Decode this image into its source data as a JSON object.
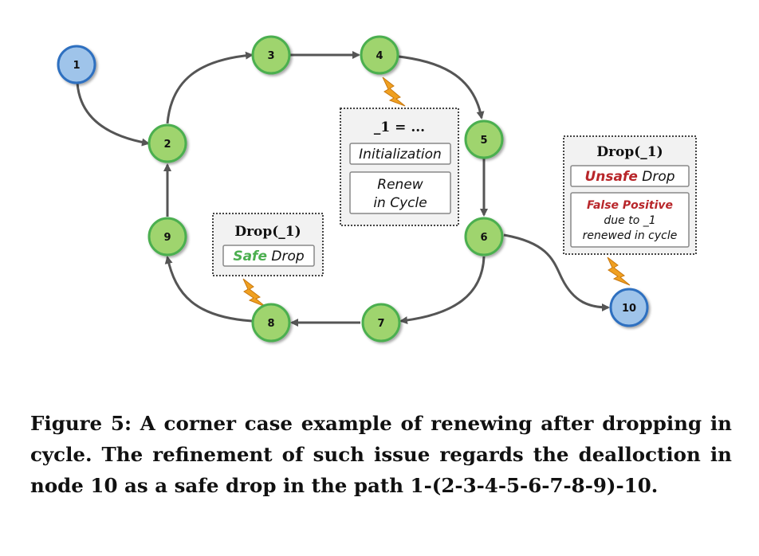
{
  "nodes": [
    {
      "id": "1",
      "label": "1",
      "color": "#9fc4ea"
    },
    {
      "id": "2",
      "label": "2",
      "color": "#9fd46e"
    },
    {
      "id": "3",
      "label": "3",
      "color": "#9fd46e"
    },
    {
      "id": "4",
      "label": "4",
      "color": "#9fd46e"
    },
    {
      "id": "5",
      "label": "5",
      "color": "#9fd46e"
    },
    {
      "id": "6",
      "label": "6",
      "color": "#9fd46e"
    },
    {
      "id": "7",
      "label": "7",
      "color": "#9fd46e"
    },
    {
      "id": "8",
      "label": "8",
      "color": "#9fd46e"
    },
    {
      "id": "9",
      "label": "9",
      "color": "#9fd46e"
    },
    {
      "id": "10",
      "label": "10",
      "color": "#9fc4ea"
    }
  ],
  "boxes": {
    "init": {
      "title": "_1 = ...",
      "item1": "Initialization",
      "item2_line1": "Renew",
      "item2_line2": "in Cycle"
    },
    "safe": {
      "title": "Drop(_1)",
      "safe_word": "Safe",
      "drop_word": " Drop"
    },
    "unsafe": {
      "title": "Drop(_1)",
      "unsafe_word": "Unsafe",
      "drop_word": " Drop",
      "fp_title": "False Positive",
      "fp_line2": "due to _1",
      "fp_line3": "renewed in cycle"
    }
  },
  "caption": "Figure 5: A corner case example of renewing after dropping in cycle. The refinement of such issue regards the dealloc­tion in node 10 as a safe drop in the path 1-(2-3-4-5-6-7-8-9)-10.",
  "colors": {
    "node_border_green": "#4caf50",
    "node_border_blue": "#2f6fc0",
    "edge": "#555555",
    "bolt": "#f0a020",
    "unsafe_red": "#b8262a",
    "safe_green": "#4caf50"
  }
}
